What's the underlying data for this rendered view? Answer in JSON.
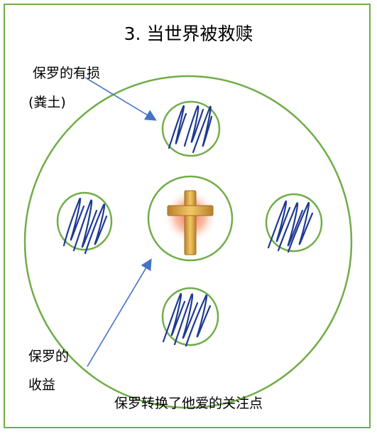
{
  "title": "3.   当世界被救赎",
  "loss_label": {
    "line1": "保罗的有损",
    "line2": "(粪土)"
  },
  "gain_label": {
    "line1": "保罗的",
    "line2": "收益"
  },
  "caption": "保罗转换了他爱的关注点",
  "colors": {
    "frame": "#70ad47",
    "circle": "#70ad47",
    "arrow": "#4472c4",
    "scribble": "#1f3a93",
    "cross_gold": "#d9a23a",
    "cross_glow": "#f4674a"
  },
  "icons": {
    "center": "cross-icon",
    "loss": "scribble-icon"
  }
}
